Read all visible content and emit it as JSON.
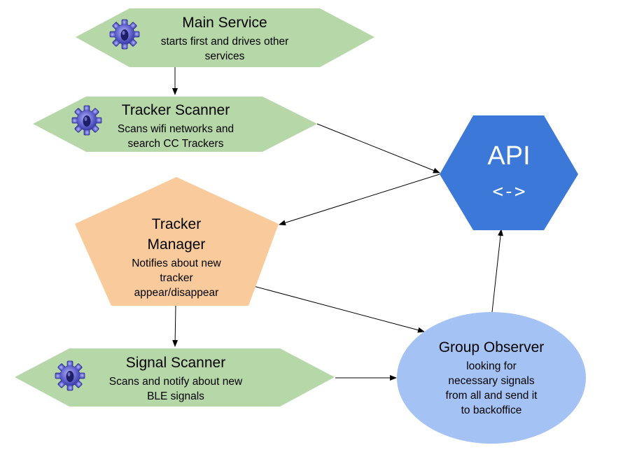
{
  "nodes": {
    "main_service": {
      "title": "Main Service",
      "desc": [
        "starts first and drives other",
        "services"
      ],
      "icon": "gear-icon",
      "color": "#b6d7a8"
    },
    "tracker_scanner": {
      "title": "Tracker Scanner",
      "desc": [
        "Scans wifi networks and",
        "search CC Trackers"
      ],
      "icon": "gear-icon",
      "color": "#b6d7a8"
    },
    "tracker_manager": {
      "title": [
        "Tracker",
        "Manager"
      ],
      "desc": [
        "Notifies about new",
        "tracker",
        "appear/disappear"
      ],
      "color": "#f9cb9c"
    },
    "signal_scanner": {
      "title": "Signal Scanner",
      "desc": [
        "Scans and notify about new",
        "BLE signals"
      ],
      "icon": "gear-icon",
      "color": "#b6d7a8"
    },
    "group_observer": {
      "title": "Group Observer",
      "desc": [
        "looking for",
        "necessary signals",
        "from all and send it",
        "to backoffice"
      ],
      "color": "#a4c2f4"
    },
    "api": {
      "title": "API",
      "sub": "<->",
      "color": "#3c78d8"
    }
  },
  "edges": [
    {
      "from": "main_service",
      "to": "tracker_scanner"
    },
    {
      "from": "tracker_scanner",
      "to": "api"
    },
    {
      "from": "api",
      "to": "tracker_manager"
    },
    {
      "from": "tracker_manager",
      "to": "signal_scanner"
    },
    {
      "from": "tracker_manager",
      "to": "group_observer"
    },
    {
      "from": "signal_scanner",
      "to": "group_observer"
    },
    {
      "from": "group_observer",
      "to": "api"
    }
  ]
}
